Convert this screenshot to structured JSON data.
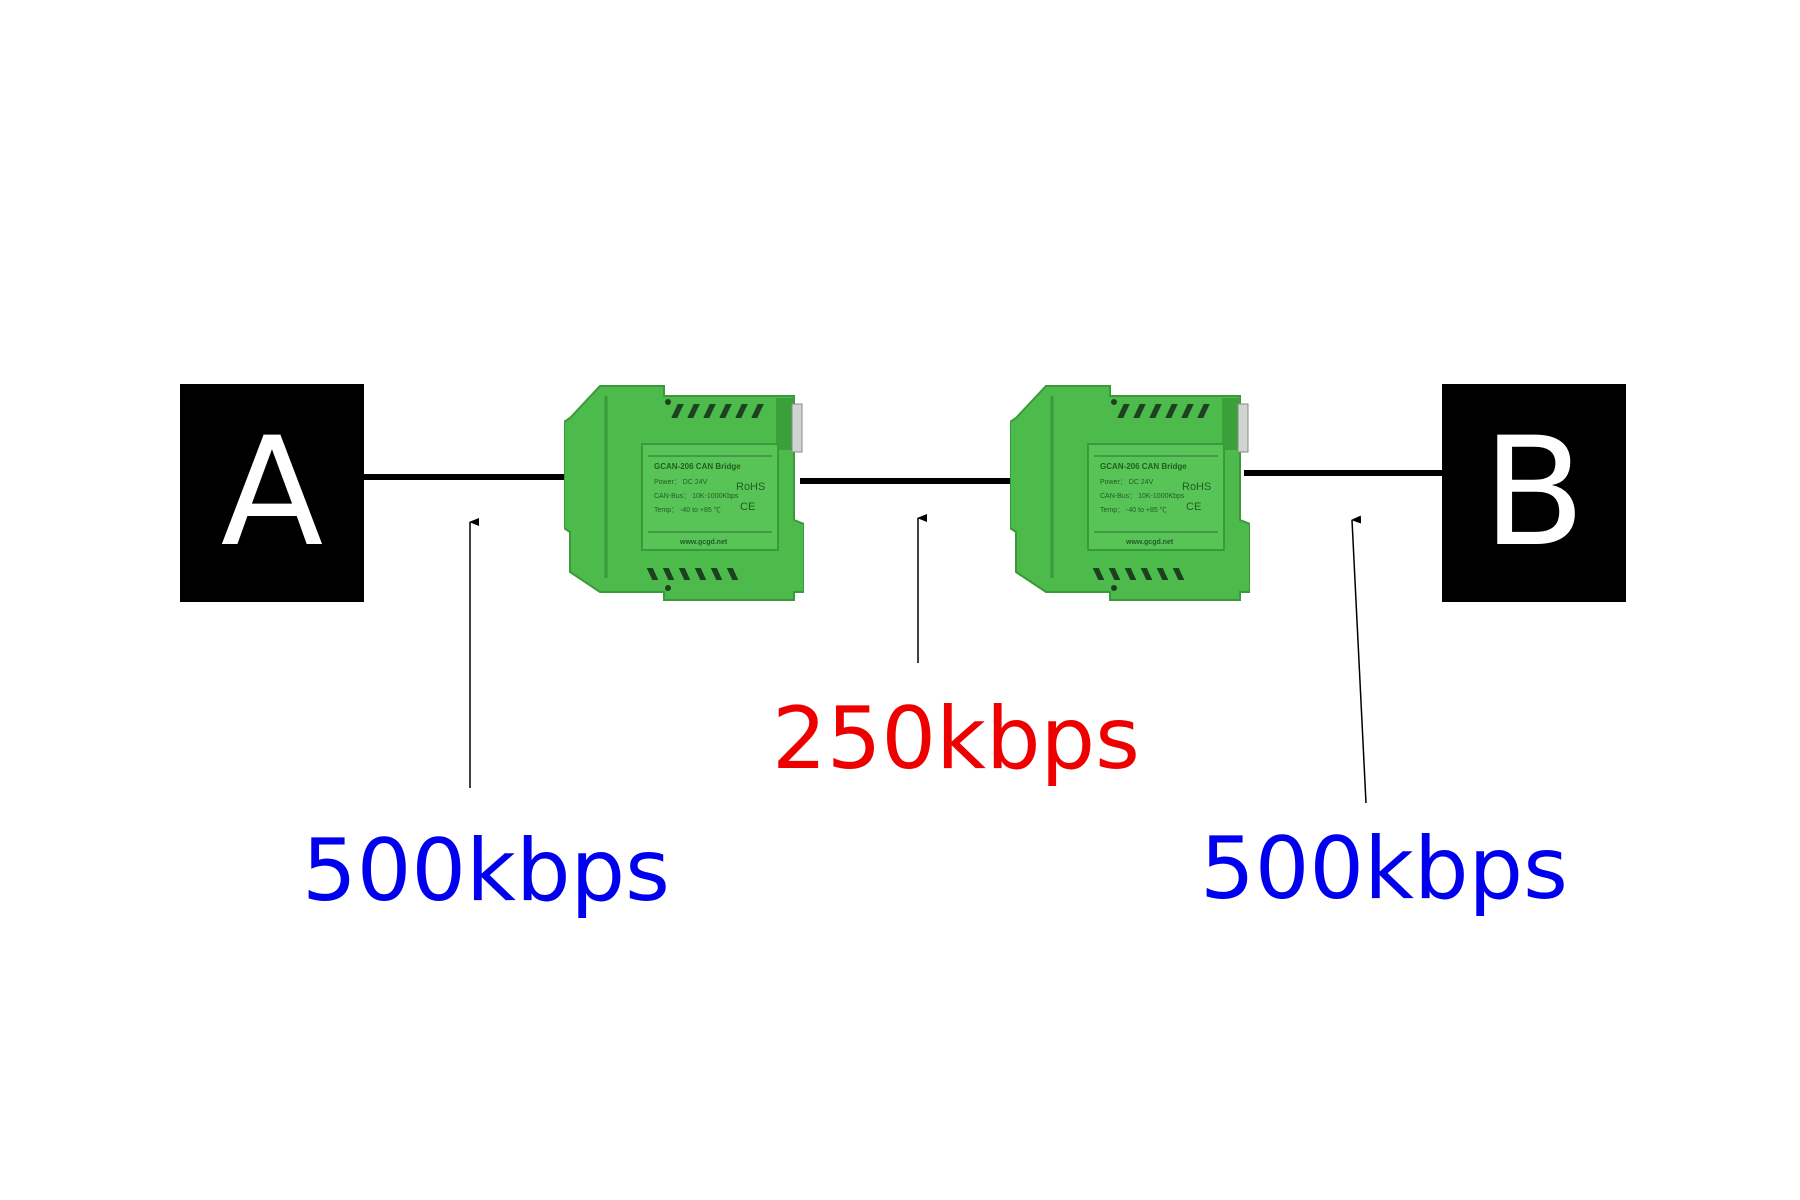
{
  "nodes": {
    "a": "A",
    "b": "B"
  },
  "rates": {
    "left": "500kbps",
    "middle": "250kbps",
    "right": "500kbps"
  },
  "colors": {
    "left": "#0000ee",
    "middle": "#ee0000",
    "right": "#0000ee",
    "device": "#4cbb4c"
  },
  "device": {
    "title": "GCAN-206 CAN Bridge",
    "power": "Power： DC 24V",
    "canbus": "CAN-Bus： 10K-1000Kbps",
    "temp": "Temp： -40 to +85 ℃",
    "rohs": "RoHS",
    "ce": "CE",
    "website": "www.gcgd.net"
  }
}
